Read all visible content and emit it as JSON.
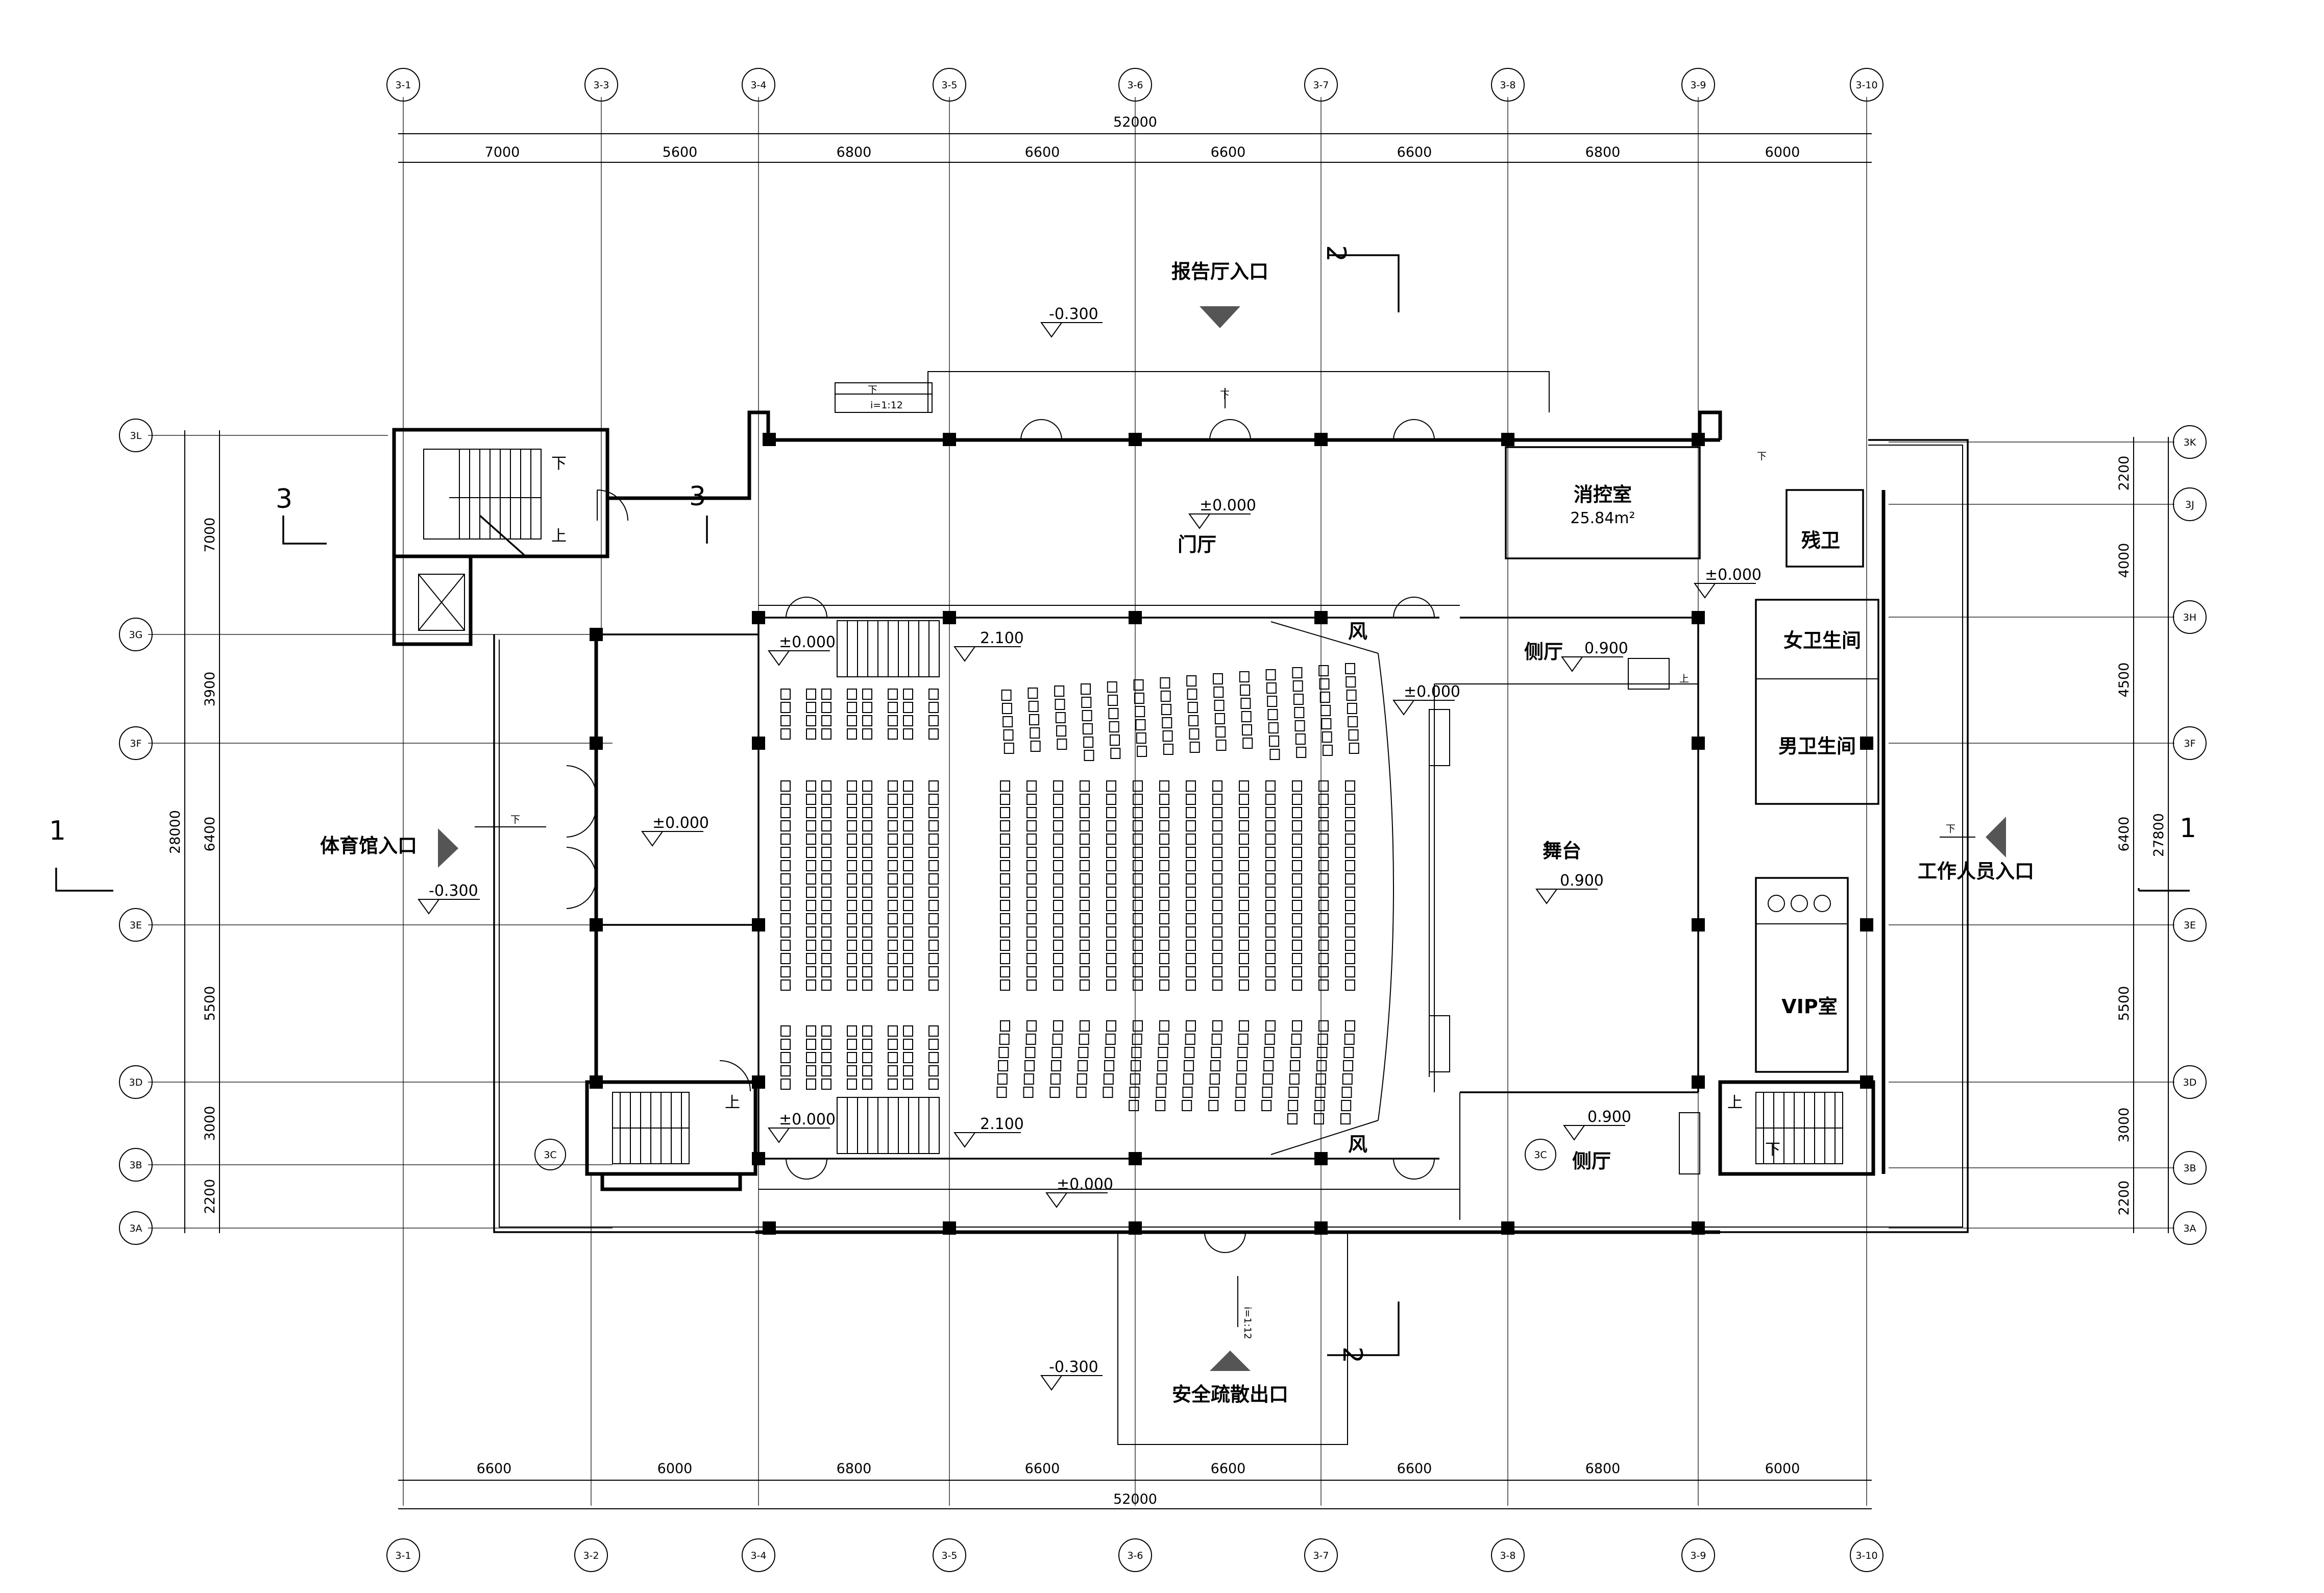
{
  "entrances": {
    "report_hall": "报告厅入口",
    "gym": "体育馆入口",
    "staff": "工作人员入口",
    "evacuation": "安全疏散出口"
  },
  "rooms": {
    "lobby": "门厅",
    "fire_control": "消控室",
    "fire_control_area": "25.84m²",
    "accessible_wc": "残卫",
    "female_wc": "女卫生间",
    "male_wc": "男卫生间",
    "stage": "舞台",
    "vip": "VIP室",
    "side_hall_top": "侧厅",
    "side_hall_bottom": "侧厅",
    "wind_top": "风",
    "wind_bottom": "风"
  },
  "elevations": {
    "top_outside": "-0.300",
    "left_outside": "-0.300",
    "bottom_outside": "-0.300",
    "lobby": "±0.000",
    "west_hall": "±0.000",
    "seat_left_top": "±0.000",
    "seat_left_bottom": "±0.000",
    "seat_top_right": "2.100",
    "seat_bottom_right": "2.100",
    "stage_front": "±0.000",
    "stage": "0.900",
    "side_hall_top": "0.900",
    "side_hall_bottom": "0.900",
    "south_corridor": "±0.000",
    "east_corridor": "±0.000"
  },
  "ramps": {
    "top": "i=1:12",
    "bottom": "i=1:12",
    "down": "下",
    "up": "上"
  },
  "axes_columns_top": [
    "3-1",
    "3-3",
    "3-4",
    "3-5",
    "3-6",
    "3-7",
    "3-8",
    "3-9",
    "3-10"
  ],
  "axes_columns_bottom": [
    "3-1",
    "3-2",
    "3-4",
    "3-5",
    "3-6",
    "3-7",
    "3-8",
    "3-9",
    "3-10"
  ],
  "axes_rows_left": [
    "3L",
    "3G",
    "3F",
    "3E",
    "3D",
    "3B",
    "3A"
  ],
  "axes_rows_right": [
    "3K",
    "3J",
    "3H",
    "3F",
    "3E",
    "3D",
    "3B",
    "3A"
  ],
  "extra_axis": "3C",
  "dims": {
    "top_total": "52000",
    "top": [
      "7000",
      "5600",
      "6800",
      "6600",
      "6600",
      "6600",
      "6800",
      "6000"
    ],
    "bottom_total": "52000",
    "bottom": [
      "6600",
      "6000",
      "6800",
      "6600",
      "6600",
      "6600",
      "6800",
      "6000"
    ],
    "left_total": "28000",
    "left": [
      "7000",
      "3900",
      "6400",
      "5500",
      "3000",
      "2200"
    ],
    "right_total": "27800",
    "right": [
      "2200",
      "4000",
      "4500",
      "6400",
      "5500",
      "3000",
      "2200"
    ]
  },
  "section_marks": {
    "s1": "1",
    "s2": "2",
    "s3": "3"
  }
}
